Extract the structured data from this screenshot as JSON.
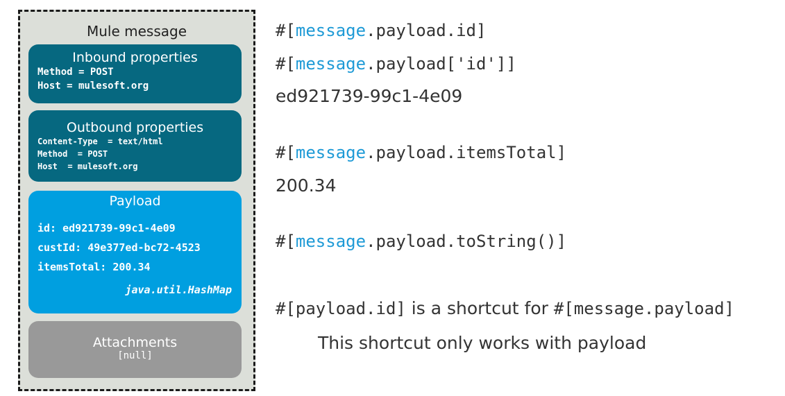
{
  "message": {
    "title": "Mule message",
    "inbound": {
      "title": "Inbound properties",
      "lines": [
        "Method = POST",
        "Host = mulesoft.org"
      ]
    },
    "outbound": {
      "title": "Outbound properties",
      "lines": [
        "Content-Type  = text/html",
        "Method  = POST",
        "Host  = mulesoft.org"
      ]
    },
    "payload": {
      "title": "Payload",
      "lines": [
        "id: ed921739-99c1-4e09",
        "custId: 49e377ed-bc72-4523",
        "itemsTotal: 200.34"
      ],
      "type": "java.util.HashMap"
    },
    "attachments": {
      "title": "Attachments",
      "value": "[null]"
    }
  },
  "expressions": {
    "e1": {
      "open": "#[",
      "kw": "message",
      "rest": ".payload.id]"
    },
    "e2": {
      "open": "#[",
      "kw": "message",
      "rest": ".payload['id']]"
    },
    "r1": "ed921739-99c1-4e09",
    "e3": {
      "open": "#[",
      "kw": "message",
      "rest": ".payload.itemsTotal]"
    },
    "r2": "200.34",
    "e4": {
      "open": "#[",
      "kw": "message",
      "rest": ".payload.toString()]"
    },
    "note": {
      "code1": "#[payload.id]",
      "text": " is a shortcut for ",
      "code2": "#[message.payload]"
    },
    "note2": "This shortcut only works with payload"
  }
}
